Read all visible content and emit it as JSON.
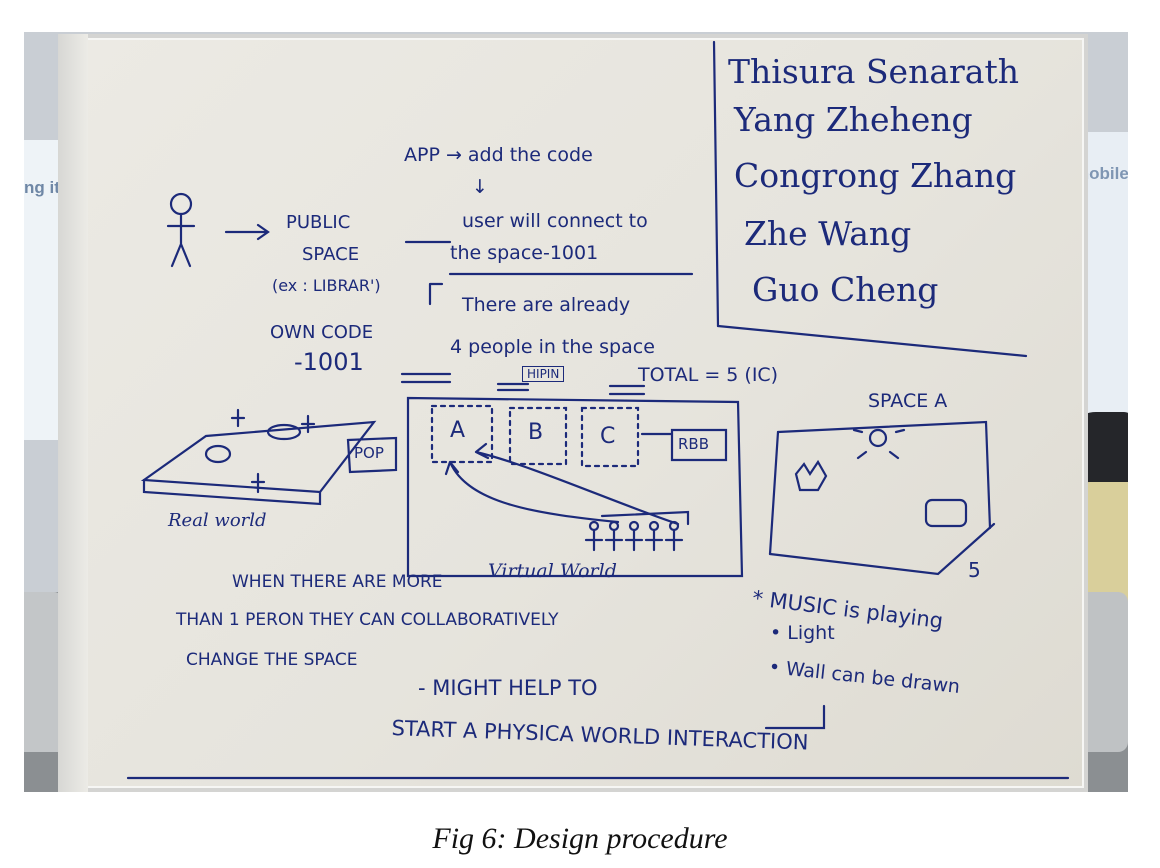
{
  "caption": "Fig 6: Design procedure",
  "whiteboard": {
    "team_names": [
      "Thisura Senarath",
      "Yang Zheheng",
      "Congrong Zhang",
      "Zhe Wang",
      "Guo Cheng"
    ],
    "left_notes": {
      "public_space": [
        "PUBLIC",
        "SPACE",
        "(ex : LIBRAR')"
      ],
      "own_code": [
        "OWN CODE",
        "-1001"
      ]
    },
    "app_flow": {
      "app_line": "APP → add the code",
      "arrow": "↓",
      "connect_line1": "user will connect to",
      "connect_line2": "the space-1001",
      "already_line1": "There are already",
      "already_line2": "4 people in the space"
    },
    "hi_label": "HIPIN",
    "total_label": "TOTAL = 5 (IC)",
    "real_world_label": "Real world",
    "virtual_world": {
      "label": "Virtual World",
      "rooms": [
        "A",
        "B",
        "C"
      ],
      "pop_label": "POP",
      "rbb_label": "RBB"
    },
    "space_a": {
      "title": "SPACE A",
      "number": "5"
    },
    "features": [
      "* MUSIC is playing",
      "• Light",
      "• Wall can be drawn"
    ],
    "collab_note": [
      "WHEN THERE ARE MORE",
      "THAN 1 PERON THEY CAN COLLABORATIVELY",
      "CHANGE THE SPACE"
    ],
    "help_note": [
      "- MIGHT HELP TO",
      "START A PHYSICA WORLD INTERACTION"
    ],
    "background_screens": {
      "left": "ng it",
      "right": "mobile"
    }
  }
}
